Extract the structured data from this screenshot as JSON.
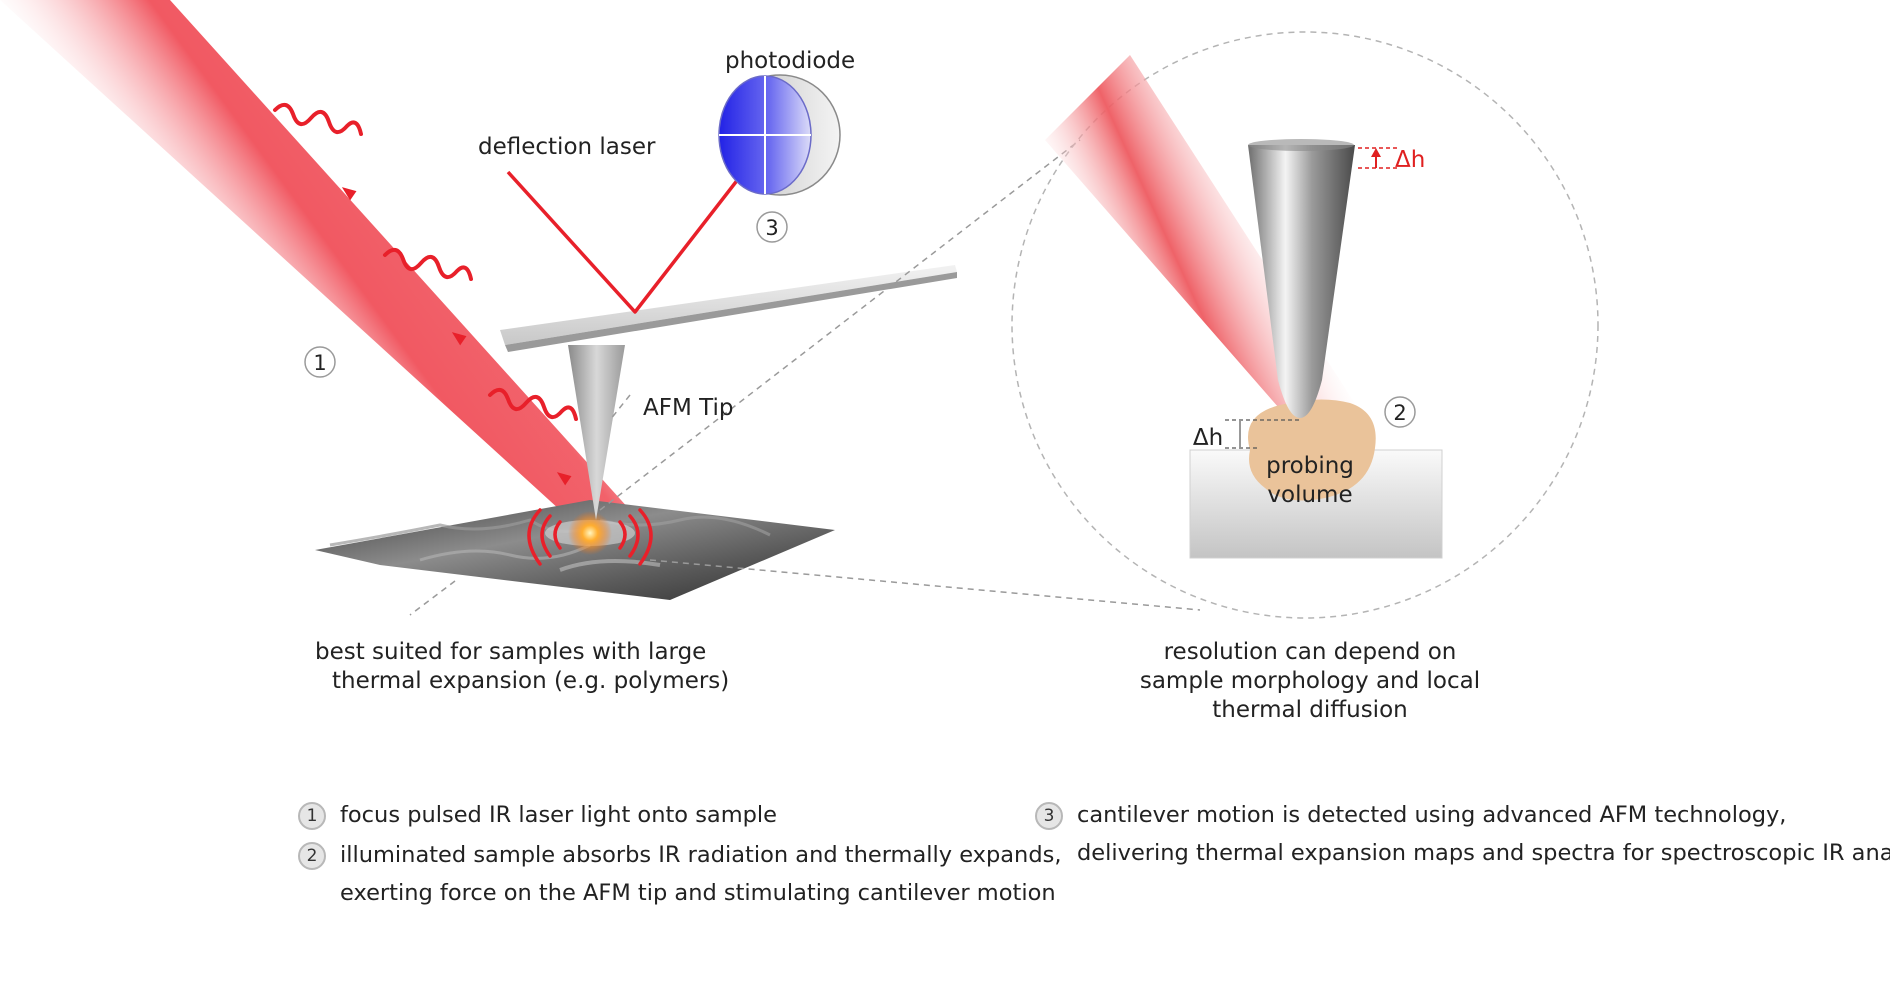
{
  "labels": {
    "photodiode": "photodiode",
    "deflection_laser": "deflection laser",
    "afm_tip": "AFM Tip",
    "probing_volume_line1": "probing",
    "probing_volume_line2": "volume",
    "delta_h": "Δh"
  },
  "markers": {
    "one": "1",
    "two": "2",
    "three": "3"
  },
  "captions": {
    "left_line1": "best  suited for samples with large",
    "left_line2": "thermal expansion (e.g. polymers)",
    "right_line1": "resolution can depend on",
    "right_line2": "sample morphology and local",
    "right_line3": "thermal diffusion"
  },
  "legend": [
    {
      "num": "1",
      "lines": [
        "focus pulsed IR laser light onto sample"
      ]
    },
    {
      "num": "2",
      "lines": [
        "illuminated sample absorbs IR radiation and thermally expands,",
        "exerting force on the AFM tip and stimulating cantilever motion"
      ]
    },
    {
      "num": "3",
      "lines": [
        "cantilever motion is detected using advanced AFM technology,",
        "delivering thermal expansion maps and spectra for spectroscopic IR analysis"
      ]
    }
  ],
  "colors": {
    "laser_red": "#e8202a",
    "beam_red": "#f0505a",
    "photodiode_blue": "#2626e8",
    "probing_volume": "#eac39a",
    "delta_h_red": "#e02020"
  }
}
